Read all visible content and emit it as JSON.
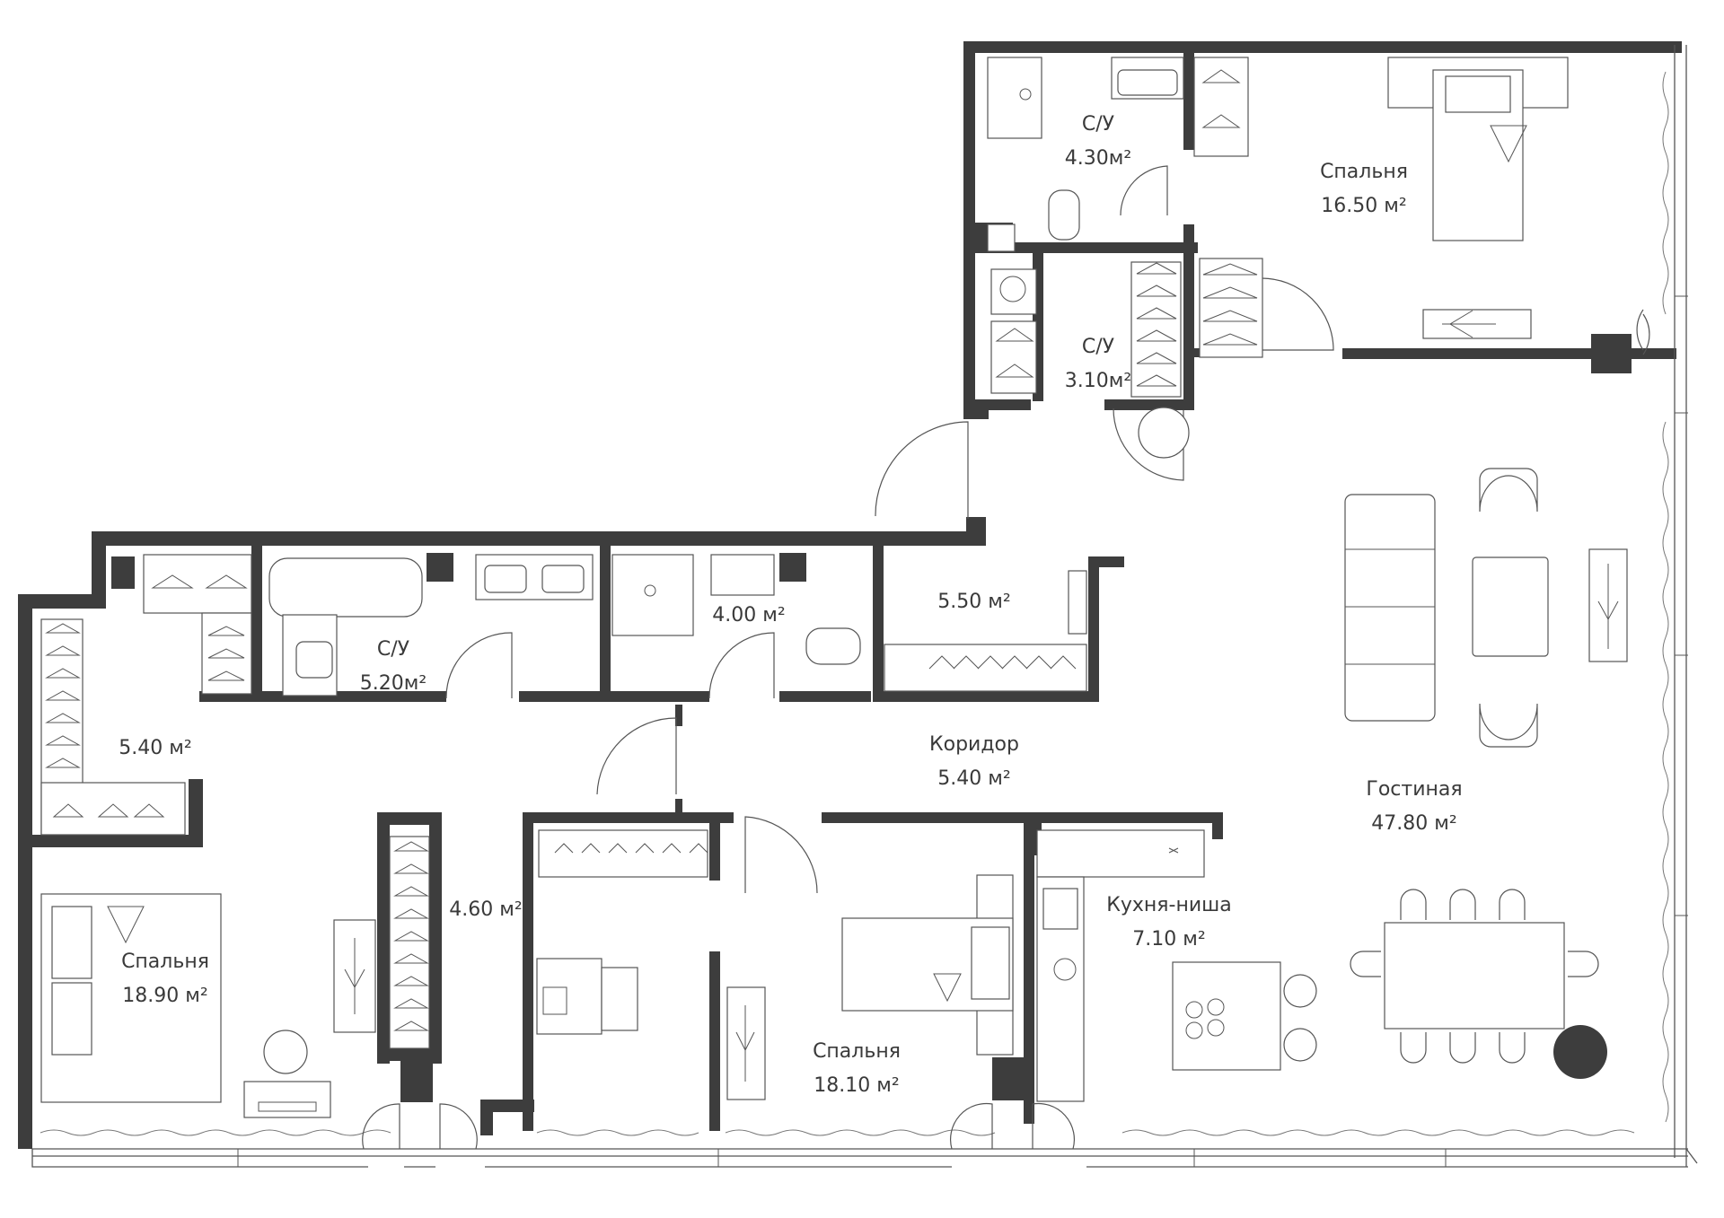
{
  "rooms": [
    {
      "id": "bath-top",
      "name": "С/У",
      "area": "4.30м²"
    },
    {
      "id": "bedroom-top",
      "name": "Спальня",
      "area": "16.50 м²"
    },
    {
      "id": "bath-mid",
      "name": "С/У",
      "area": "3.10м²"
    },
    {
      "id": "bath-left",
      "name": "С/У",
      "area": "5.20м²"
    },
    {
      "id": "bath-small",
      "name": "",
      "area": "4.00 м²"
    },
    {
      "id": "storage",
      "name": "",
      "area": "5.50 м²"
    },
    {
      "id": "closet-left",
      "name": "",
      "area": "5.40 м²"
    },
    {
      "id": "corridor",
      "name": "Коридор",
      "area": "5.40 м²"
    },
    {
      "id": "living",
      "name": "Гостиная",
      "area": "47.80 м²"
    },
    {
      "id": "closet-mid",
      "name": "",
      "area": "4.60 м²"
    },
    {
      "id": "kitchen",
      "name": "Кухня-ниша",
      "area": "7.10 м²"
    },
    {
      "id": "bedroom-left",
      "name": "Спальня",
      "area": "18.90 м²"
    },
    {
      "id": "bedroom-mid",
      "name": "Спальня",
      "area": "18.10 м²"
    }
  ],
  "colors": {
    "wall": "#3d3d3d",
    "line": "#555555",
    "background": "#ffffff"
  }
}
